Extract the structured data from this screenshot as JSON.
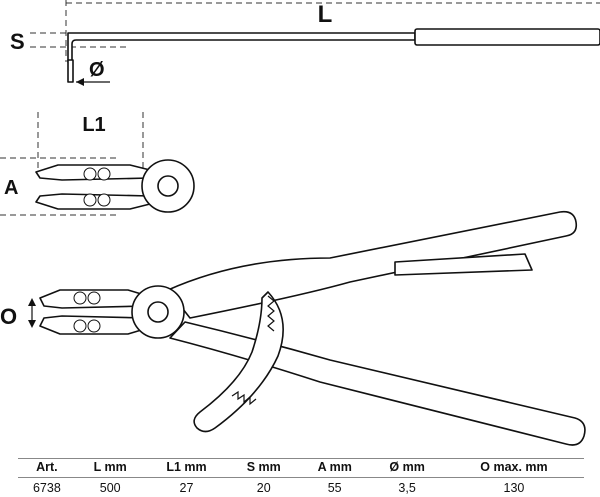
{
  "labels": {
    "length": "L",
    "offset": "S",
    "diameter": "Ø",
    "jaw_length": "L1",
    "jaw_spread": "A",
    "opening": "O"
  },
  "table": {
    "headers": [
      "Art.",
      "L  mm",
      "L1  mm",
      "S  mm",
      "A  mm",
      "Ø  mm",
      "O  max.  mm"
    ],
    "rows": [
      [
        "6738",
        "500",
        "27",
        "20",
        "55",
        "3,5",
        "130"
      ]
    ]
  }
}
